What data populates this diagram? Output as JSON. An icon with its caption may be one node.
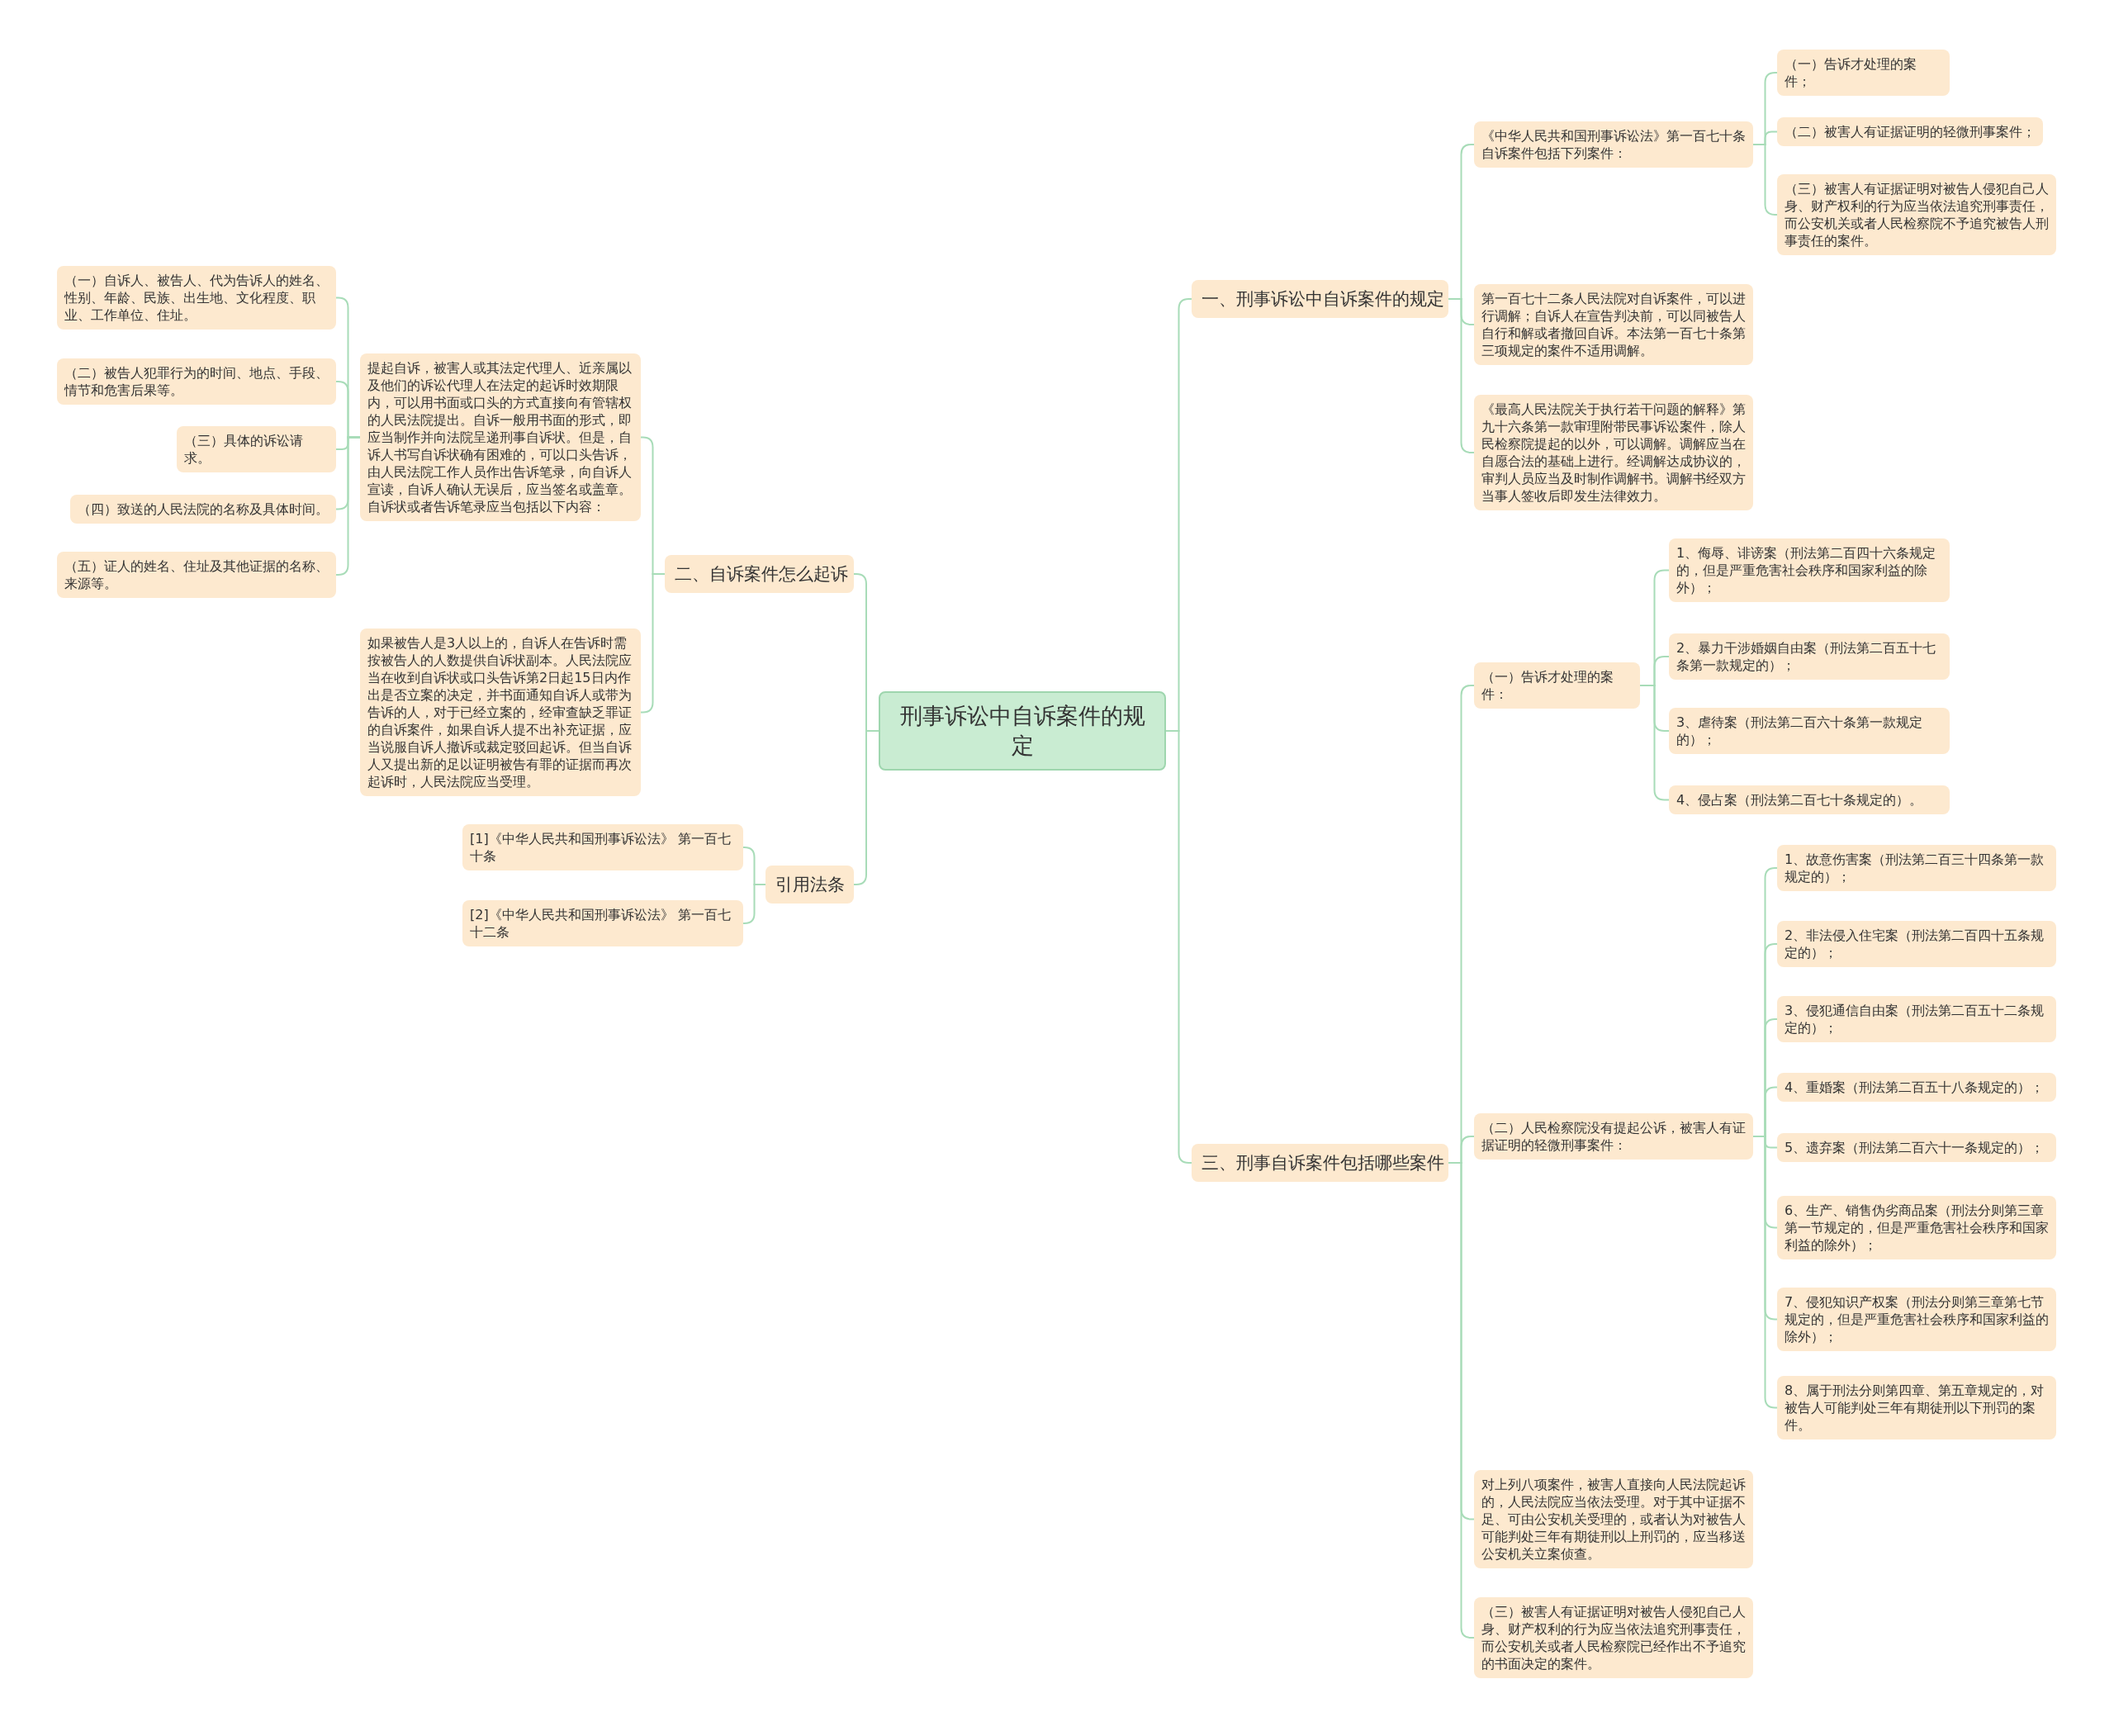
{
  "diagram": {
    "nodes": [
      {
        "text": [
          "刑事诉讼中自诉案件的规定"
        ]
      },
      {
        "text": [
          "一、刑事诉讼中自诉案件的规定"
        ]
      },
      {
        "text": [
          "《中华人民共和国刑事诉讼法》第一百七十条自诉案件包括下列案件："
        ]
      },
      {
        "text": [
          "（一）告诉才处理的案件；"
        ]
      },
      {
        "text": [
          "（二）被害人有证据证明的轻微刑事案件；"
        ]
      },
      {
        "text": [
          "（三）被害人有证据证明对被告人侵犯自己人身、财产权利的行为应当依法追究刑事责任，而公安机关或者人民检察院不予追究被告人刑事责任的案件。"
        ]
      },
      {
        "text": [
          "第一百七十二条人民法院对自诉案件，可以进行调解；自诉人在宣告判决前，可以同被告人自行和解或者撤回自诉。本法第一百七十条第三项规定的案件不适用调解。"
        ]
      },
      {
        "text": [
          "《最高人民法院关于执行若干问题的解释》第九十六条第一款审理附带民事诉讼案件，除人民检察院提起的以外，可以调解。调解应当在自愿合法的基础上进行。经调解达成协议的，审判人员应当及时制作调解书。调解书经双方当事人签收后即发生法律效力。"
        ]
      },
      {
        "text": [
          "三、刑事自诉案件包括哪些案件"
        ]
      },
      {
        "text": [
          "（一）告诉才处理的案件："
        ]
      },
      {
        "text": [
          "1、侮辱、诽谤案（刑法第二百四十六条规定的，但是严重危害社会秩序和国家利益的除外）；"
        ]
      },
      {
        "text": [
          "2、暴力干涉婚姻自由案（刑法第二百五十七条第一款规定的）；"
        ]
      },
      {
        "text": [
          "3、虐待案（刑法第二百六十条第一款规定的）；"
        ]
      },
      {
        "text": [
          "4、侵占案（刑法第二百七十条规定的）。"
        ]
      },
      {
        "text": [
          "（二）人民检察院没有提起公诉，被害人有证据证明的轻微刑事案件："
        ]
      },
      {
        "text": [
          "1、故意伤害案（刑法第二百三十四条第一款规定的）；"
        ]
      },
      {
        "text": [
          "2、非法侵入住宅案（刑法第二百四十五条规定的）；"
        ]
      },
      {
        "text": [
          "3、侵犯通信自由案（刑法第二百五十二条规定的）；"
        ]
      },
      {
        "text": [
          "4、重婚案（刑法第二百五十八条规定的）；"
        ]
      },
      {
        "text": [
          "5、遗弃案（刑法第二百六十一条规定的）；"
        ]
      },
      {
        "text": [
          "6、生产、销售伪劣商品案（刑法分则第三章第一节规定的，但是严重危害社会秩序和国家利益的除外）；"
        ]
      },
      {
        "text": [
          "7、侵犯知识产权案（刑法分则第三章第七节规定的，但是严重危害社会秩序和国家利益的除外）；"
        ]
      },
      {
        "text": [
          "8、属于刑法分则第四章、第五章规定的，对被告人可能判处三年有期徒刑以下刑罚的案件。"
        ]
      },
      {
        "text": [
          "对上列八项案件，被害人直接向人民法院起诉的，人民法院应当依法受理。对于其中证据不足、可由公安机关受理的，或者认为对被告人可能判处三年有期徒刑以上刑罚的，应当移送公安机关立案侦查。"
        ]
      },
      {
        "text": [
          "（三）被害人有证据证明对被告人侵犯自己人身、财产权利的行为应当依法追究刑事责任，而公安机关或者人民检察院已经作出不予追究的书面决定的案件。"
        ]
      },
      {
        "text": [
          "二、自诉案件怎么起诉"
        ]
      },
      {
        "text": [
          "提起自诉，被害人或其法定代理人、近亲属以及他们的诉讼代理人在法定的起诉时效期限内，可以用书面或口头的方式直接向有管辖权的人民法院提出。自诉一般用书面的形式，即应当制作并向法院呈递刑事自诉状。但是，自诉人书写自诉状确有困难的，可以口头告诉，由人民法院工作人员作出告诉笔录，向自诉人宣读，自诉人确认无误后，应当签名或盖章。自诉状或者告诉笔录应当包括以下内容："
        ]
      },
      {
        "text": [
          "（一）自诉人、被告人、代为告诉人的姓名、性别、年龄、民族、出生地、文化程度、职业、工作单位、住址。"
        ]
      },
      {
        "text": [
          "（二）被告人犯罪行为的时间、地点、手段、情节和危害后果等。"
        ]
      },
      {
        "text": [
          "（三）具体的诉讼请求。"
        ]
      },
      {
        "text": [
          "（四）致送的人民法院的名称及具体时间。"
        ]
      },
      {
        "text": [
          "（五）证人的姓名、住址及其他证据的名称、来源等。"
        ]
      },
      {
        "text": [
          "如果被告人是3人以上的，自诉人在告诉时需按被告人的人数提供自诉状副本。人民法院应当在收到自诉状或口头告诉第2日起15日内作出是否立案的决定，并书面通知自诉人或带为告诉的人，对于已经立案的，经审查缺乏罪证的自诉案件，如果自诉人提不出补充证据，应当说服自诉人撤诉或裁定驳回起诉。但当自诉人又提出新的足以证明被告有罪的证据而再次起诉时，人民法院应当受理。"
        ]
      },
      {
        "text": [
          "引用法条"
        ]
      },
      {
        "text": [
          "[1]《中华人民共和国刑事诉讼法》 第一百七十条"
        ]
      },
      {
        "text": [
          "[2]《中华人民共和国刑事诉讼法》 第一百七十二条"
        ]
      }
    ],
    "edges": [
      {
        "from": 0,
        "to": 1,
        "arrow": "none"
      },
      {
        "from": 1,
        "to": 2,
        "arrow": "none"
      },
      {
        "from": 2,
        "to": 3,
        "arrow": "none"
      },
      {
        "from": 2,
        "to": 4,
        "arrow": "none"
      },
      {
        "from": 2,
        "to": 5,
        "arrow": "none"
      },
      {
        "from": 1,
        "to": 6,
        "arrow": "none"
      },
      {
        "from": 1,
        "to": 7,
        "arrow": "none"
      },
      {
        "from": 0,
        "to": 8,
        "arrow": "none"
      },
      {
        "from": 8,
        "to": 9,
        "arrow": "none"
      },
      {
        "from": 9,
        "to": 10,
        "arrow": "none"
      },
      {
        "from": 9,
        "to": 11,
        "arrow": "none"
      },
      {
        "from": 9,
        "to": 12,
        "arrow": "none"
      },
      {
        "from": 9,
        "to": 13,
        "arrow": "none"
      },
      {
        "from": 8,
        "to": 14,
        "arrow": "none"
      },
      {
        "from": 14,
        "to": 15,
        "arrow": "none"
      },
      {
        "from": 14,
        "to": 16,
        "arrow": "none"
      },
      {
        "from": 14,
        "to": 17,
        "arrow": "none"
      },
      {
        "from": 14,
        "to": 18,
        "arrow": "none"
      },
      {
        "from": 14,
        "to": 19,
        "arrow": "none"
      },
      {
        "from": 14,
        "to": 20,
        "arrow": "none"
      },
      {
        "from": 14,
        "to": 21,
        "arrow": "none"
      },
      {
        "from": 14,
        "to": 22,
        "arrow": "none"
      },
      {
        "from": 8,
        "to": 23,
        "arrow": "none"
      },
      {
        "from": 8,
        "to": 24,
        "arrow": "none"
      },
      {
        "from": 0,
        "to": 25,
        "arrow": "none"
      },
      {
        "from": 25,
        "to": 26,
        "arrow": "none"
      },
      {
        "from": 26,
        "to": 27,
        "arrow": "none"
      },
      {
        "from": 26,
        "to": 28,
        "arrow": "none"
      },
      {
        "from": 26,
        "to": 29,
        "arrow": "none"
      },
      {
        "from": 26,
        "to": 30,
        "arrow": "none"
      },
      {
        "from": 26,
        "to": 31,
        "arrow": "none"
      },
      {
        "from": 25,
        "to": 32,
        "arrow": "none"
      },
      {
        "from": 0,
        "to": 33,
        "arrow": "none"
      },
      {
        "from": 33,
        "to": 34,
        "arrow": "none"
      },
      {
        "from": 33,
        "to": 35,
        "arrow": "none"
      }
    ]
  }
}
